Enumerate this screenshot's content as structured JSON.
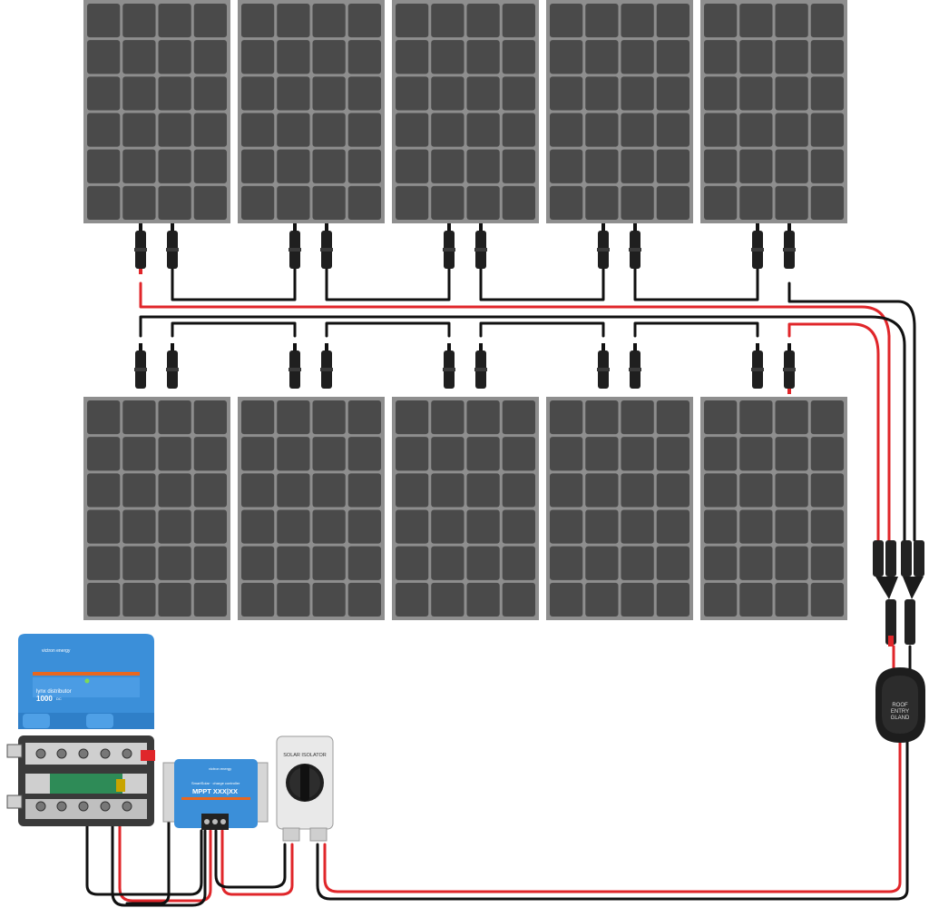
{
  "wiring_diagram": {
    "panel_rows": [
      {
        "row": "top",
        "panel_count": 5,
        "panel_cell_columns": 4,
        "panel_cell_rows": 6
      },
      {
        "row": "bottom",
        "panel_count": 5,
        "panel_cell_columns": 4,
        "panel_cell_rows": 6
      }
    ],
    "components": {
      "lynx": {
        "brand": "victron energy",
        "product_line": "lynx distributor",
        "model_number": "1000",
        "model_suffix": "DC"
      },
      "mppt": {
        "brand": "victron energy",
        "product_line": "SmartSolar · charge controller",
        "model": "MPPT XXX|XX"
      },
      "isolator": {
        "label": "SOLAR ISOLATOR"
      },
      "gland": {
        "line1": "ROOF",
        "line2": "ENTRY",
        "line3": "GLAND"
      }
    },
    "colors": {
      "panel_frame": "#8e8e8e",
      "panel_cell": "#4a4a4a",
      "positive_wire": "#e0262a",
      "negative_wire": "#111111",
      "victron_blue": "#3b8fd9",
      "victron_orange": "#e8671f"
    }
  }
}
